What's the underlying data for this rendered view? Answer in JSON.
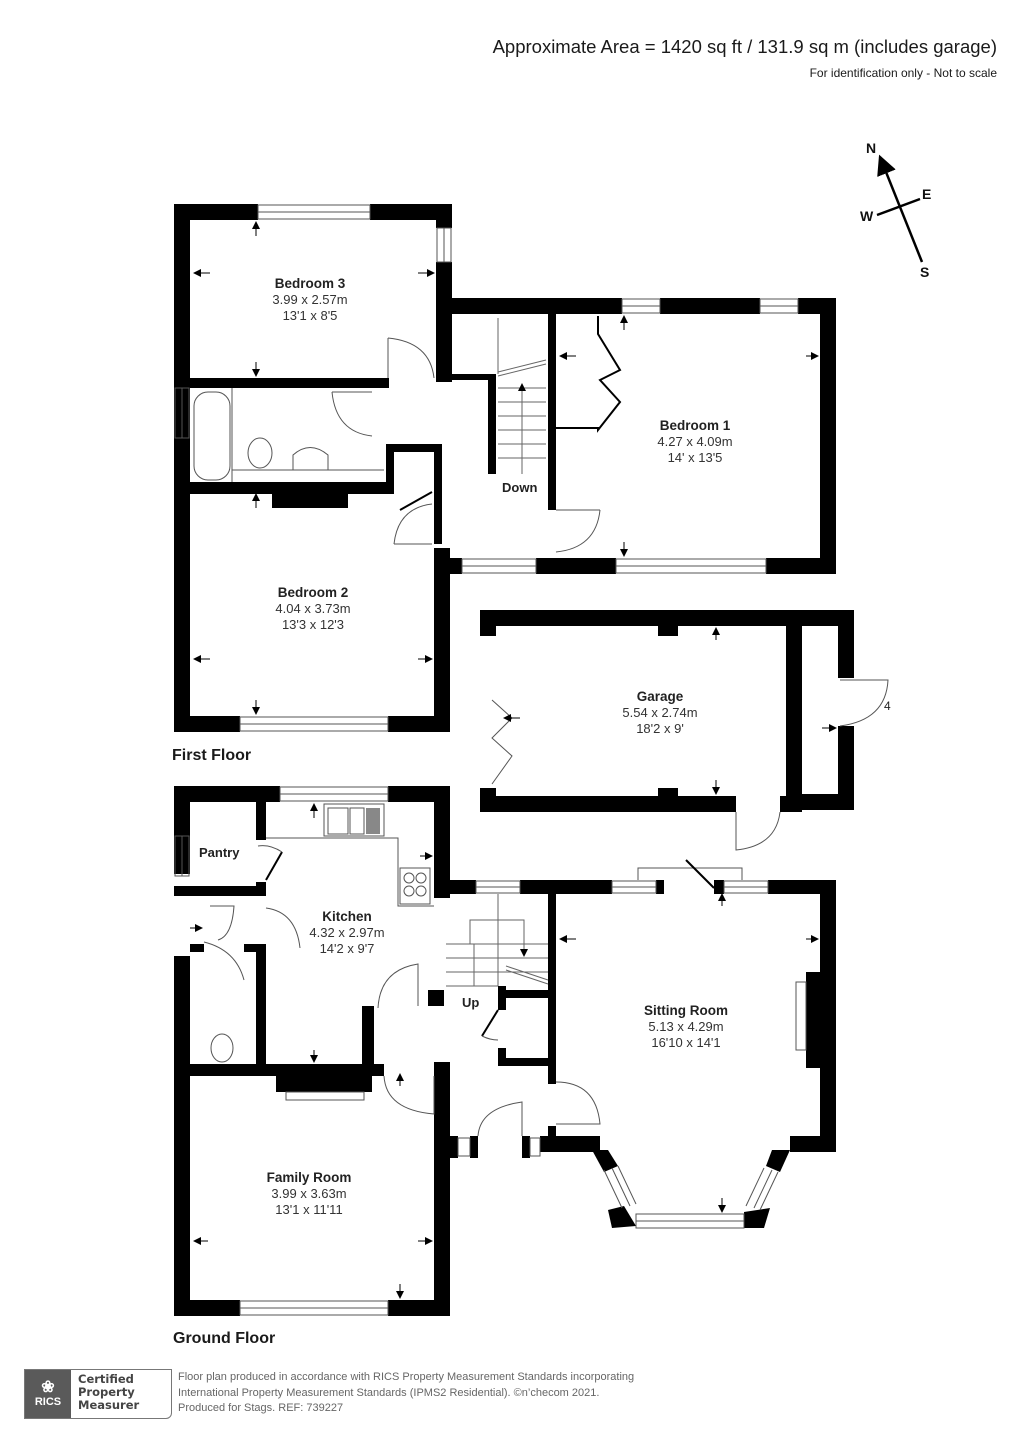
{
  "header": {
    "area_title": "Approximate Area = 1420 sq ft / 131.9 sq m (includes garage)",
    "disclaimer": "For identification only - Not to scale"
  },
  "compass": {
    "north": "N",
    "south": "S",
    "east": "E",
    "west": "W"
  },
  "floors": [
    {
      "label": "First Floor",
      "rooms": [
        {
          "name": "Bedroom 3",
          "metric": "3.99 x 2.57m",
          "imperial": "13'1 x 8'5"
        },
        {
          "name": "Bedroom 1",
          "metric": "4.27 x 4.09m",
          "imperial": "14' x 13'5"
        },
        {
          "name": "Bedroom 2",
          "metric": "4.04 x 3.73m",
          "imperial": "13'3 x 12'3"
        },
        {
          "name": "Garage",
          "metric": "5.54 x 2.74m",
          "imperial": "18'2 x 9'"
        }
      ],
      "stair_label": "Down"
    },
    {
      "label": "Ground Floor",
      "rooms": [
        {
          "name": "Kitchen",
          "metric": "4.32 x 2.97m",
          "imperial": "14'2 x 9'7"
        },
        {
          "name": "Sitting Room",
          "metric": "5.13 x 4.29m",
          "imperial": "16'10 x 14'1"
        },
        {
          "name": "Family Room",
          "metric": "3.99 x 3.63m",
          "imperial": "13'1 x 11'11"
        }
      ],
      "stair_label": "Up",
      "pantry_label": "Pantry"
    }
  ],
  "garage_side_marker": "4",
  "footer": {
    "badge_brand": "RICS",
    "badge_line1": "Certified",
    "badge_line2": "Property",
    "badge_line3": "Measurer",
    "line1": "Floor plan produced in accordance with RICS Property Measurement Standards incorporating",
    "line2": "International Property Measurement Standards (IPMS2 Residential).   ©n’checom 2021.",
    "line3": "Produced for Stags.   REF: 739227"
  },
  "colors": {
    "wall": "#000000",
    "background": "#ffffff",
    "text": "#222222",
    "badge_dark": "#5a5a5a"
  }
}
